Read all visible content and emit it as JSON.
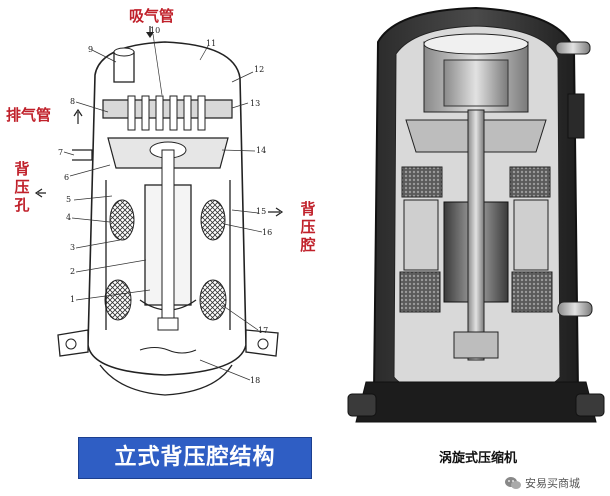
{
  "labels": {
    "suction_pipe": "吸气管",
    "discharge_pipe": "排气管",
    "back_pressure_hole": "背压孔",
    "back_pressure_chamber": "背压腔"
  },
  "part_numbers": [
    "1",
    "2",
    "3",
    "4",
    "5",
    "6",
    "7",
    "8",
    "9",
    "10",
    "11",
    "12",
    "13",
    "14",
    "15",
    "16",
    "17",
    "18"
  ],
  "title": "立式背压腔结构",
  "photo_caption": "涡旋式压缩机",
  "watermark": "安易买商城",
  "colors": {
    "label_red": "#c0202a",
    "title_bg": "#2f5ec4",
    "title_text": "#ffffff"
  }
}
